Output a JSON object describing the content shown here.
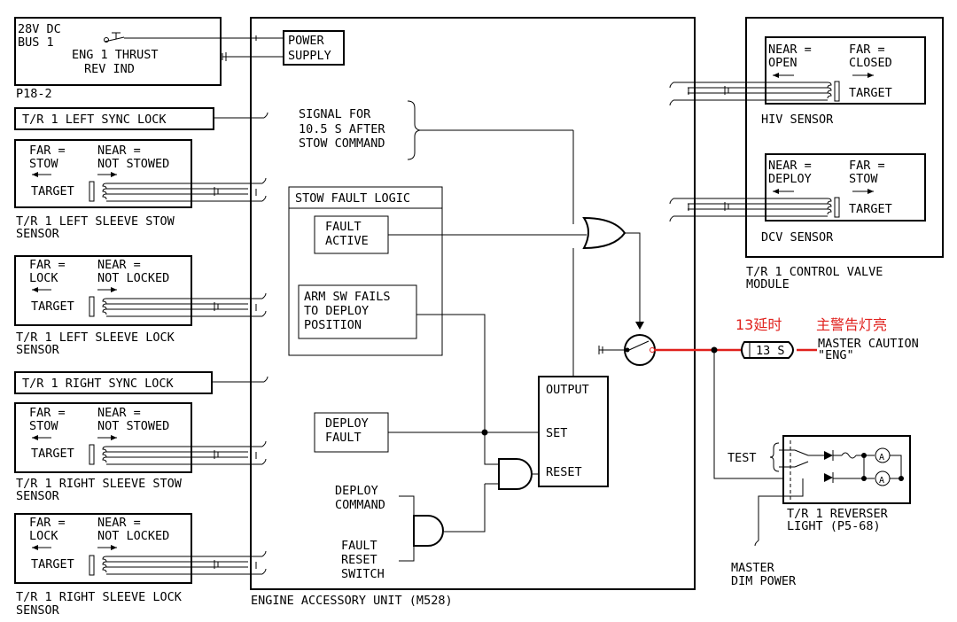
{
  "power": {
    "bus_line1": "28V DC",
    "bus_line2": "BUS 1",
    "breaker_line1": "ENG 1 THRUST",
    "breaker_line2": "REV IND",
    "panel": "P18-2",
    "supply_line1": "POWER",
    "supply_line2": "SUPPLY"
  },
  "left_sync": {
    "label": "T/R 1 LEFT SYNC LOCK"
  },
  "right_sync": {
    "label": "T/R 1 RIGHT SYNC LOCK"
  },
  "left_stow_sensor": {
    "far_line1": "FAR =",
    "far_line2": "STOW",
    "near_line1": "NEAR =",
    "near_line2": "NOT STOWED",
    "target": "TARGET",
    "caption_line1": "T/R 1 LEFT SLEEVE STOW",
    "caption_line2": "SENSOR"
  },
  "left_lock_sensor": {
    "far_line1": "FAR =",
    "far_line2": "LOCK",
    "near_line1": "NEAR =",
    "near_line2": "NOT LOCKED",
    "target": "TARGET",
    "caption_line1": "T/R 1 LEFT SLEEVE LOCK",
    "caption_line2": "SENSOR"
  },
  "right_stow_sensor": {
    "far_line1": "FAR =",
    "far_line2": "STOW",
    "near_line1": "NEAR =",
    "near_line2": "NOT STOWED",
    "target": "TARGET",
    "caption_line1": "T/R 1 RIGHT SLEEVE STOW",
    "caption_line2": "SENSOR"
  },
  "right_lock_sensor": {
    "far_line1": "FAR =",
    "far_line2": "LOCK",
    "near_line1": "NEAR =",
    "near_line2": "NOT LOCKED",
    "target": "TARGET",
    "caption_line1": "T/R 1 RIGHT SLEEVE LOCK",
    "caption_line2": "SENSOR"
  },
  "eau": {
    "title": "ENGINE ACCESSORY UNIT (M528)",
    "signal_line1": "SIGNAL FOR",
    "signal_line2": "10.5 S AFTER",
    "signal_line3": "STOW COMMAND",
    "stow_fault_logic": "STOW FAULT LOGIC",
    "fault_active_line1": "FAULT",
    "fault_active_line2": "ACTIVE",
    "arm_line1": "ARM SW FAILS",
    "arm_line2": "TO DEPLOY",
    "arm_line3": "POSITION",
    "deploy_fault_line1": "DEPLOY",
    "deploy_fault_line2": "FAULT",
    "output": "OUTPUT",
    "set": "SET",
    "reset": "RESET",
    "deploy_cmd_line1": "DEPLOY",
    "deploy_cmd_line2": "COMMAND",
    "fault_reset_line1": "FAULT",
    "fault_reset_line2": "RESET",
    "fault_reset_line3": "SWITCH"
  },
  "control_valve_module": {
    "hiv": {
      "near_line1": "NEAR =",
      "near_line2": "OPEN",
      "far_line1": "FAR =",
      "far_line2": "CLOSED",
      "target": "TARGET",
      "caption": "HIV SENSOR"
    },
    "dcv": {
      "near_line1": "NEAR =",
      "near_line2": "DEPLOY",
      "far_line1": "FAR =",
      "far_line2": "STOW",
      "target": "TARGET",
      "caption": "DCV SENSOR"
    },
    "caption_line1": "T/R 1 CONTROL VALVE",
    "caption_line2": "MODULE"
  },
  "annotations": {
    "delay_cn": "13延时",
    "light_cn": "主警告灯亮",
    "delay": "13 S"
  },
  "master_caution": {
    "line1": "MASTER CAUTION",
    "line2": "\"ENG\""
  },
  "reverser_light": {
    "test": "TEST",
    "lamp": "A",
    "caption_line1": "T/R 1 REVERSER",
    "caption_line2": "LIGHT (P5-68)"
  },
  "master_dim": {
    "line1": "MASTER",
    "line2": "DIM POWER"
  },
  "colors": {
    "line": "#000000",
    "annotation": "#e0201c"
  }
}
